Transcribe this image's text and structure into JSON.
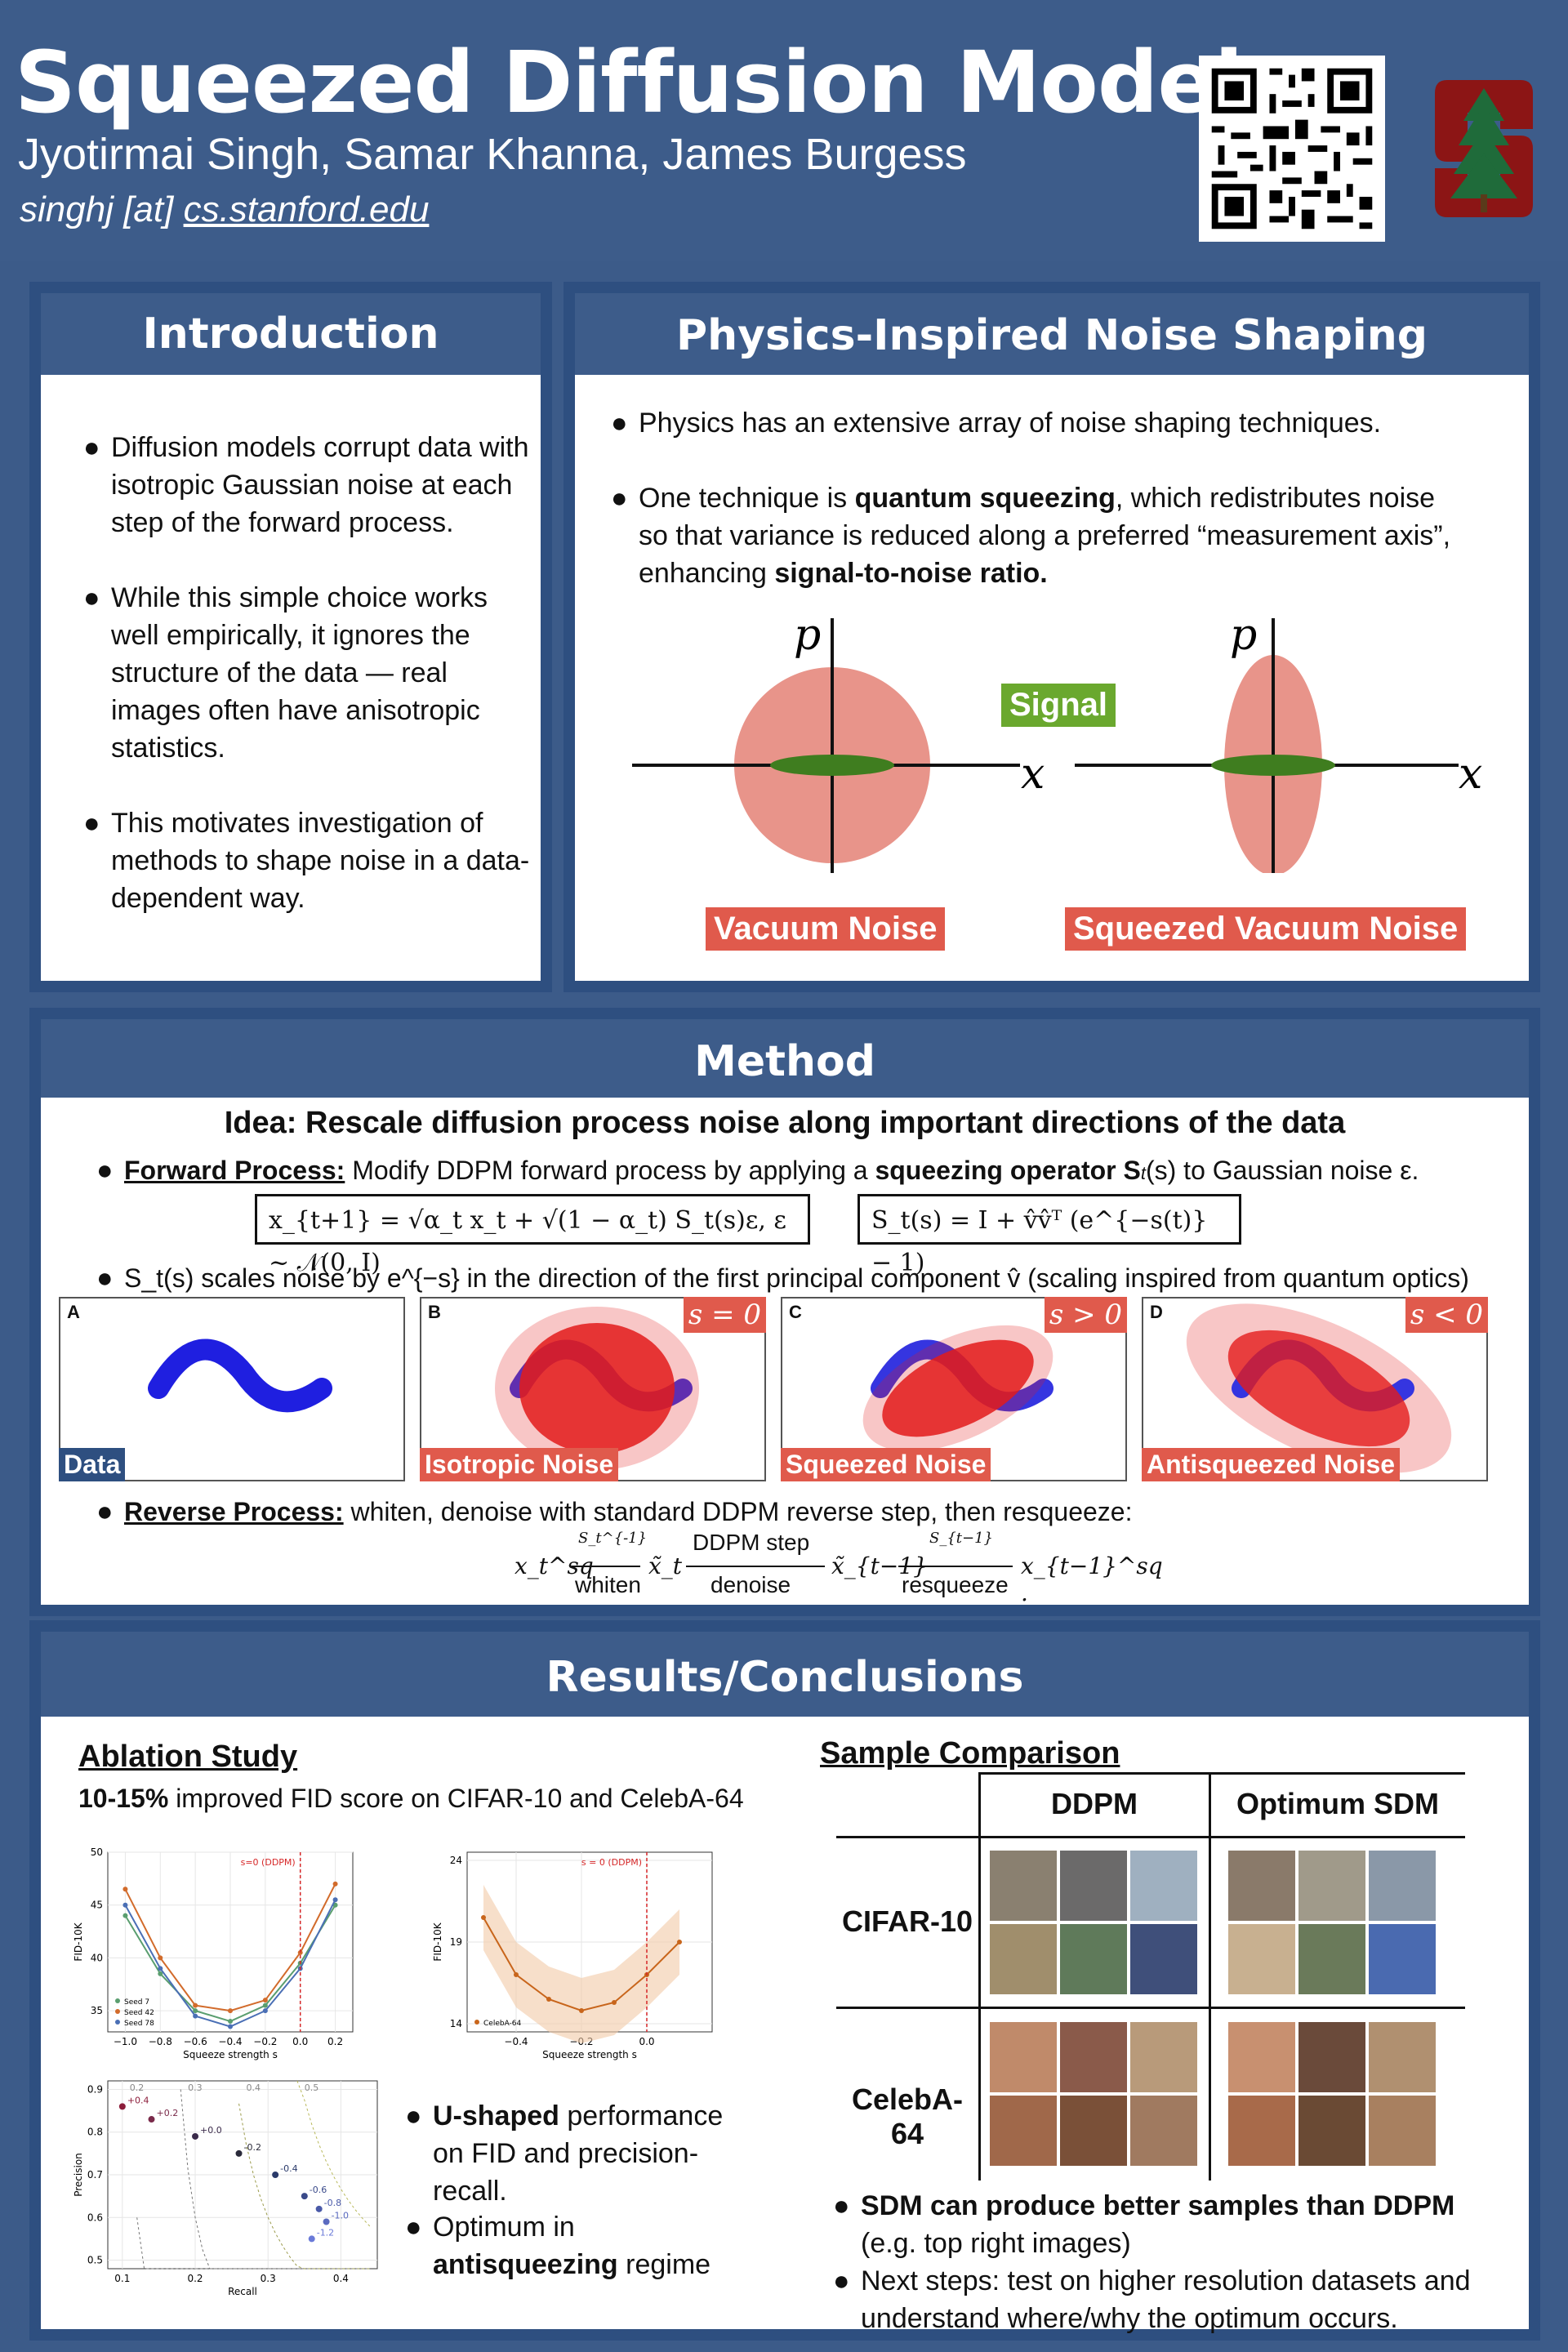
{
  "header": {
    "title": "Squeezed Diffusion Models",
    "authors": "Jyotirmai Singh, Samar Khanna, James Burgess",
    "email_prefix": "singhj [at] ",
    "email_domain": "cs.stanford.edu",
    "qr_icon": "qr-code-icon",
    "logo_icon": "stanford-tree-logo-icon"
  },
  "intro": {
    "title": "Introduction",
    "bullets": [
      "Diffusion models corrupt data with isotropic Gaussian noise at each step of the forward process.",
      "While this simple choice works well empirically, it ignores the structure of the data — real images often have anisotropic statistics.",
      "This motivates investigation of methods to shape noise in a data-dependent way."
    ]
  },
  "physics": {
    "title": "Physics-Inspired Noise Shaping",
    "bullet1": "Physics has an extensive array of noise shaping techniques.",
    "bullet2_a": "One technique is ",
    "bullet2_b": "quantum squeezing",
    "bullet2_c": ", which redistributes noise so that variance is reduced along a preferred “measurement axis”, enhancing ",
    "bullet2_d": "signal-to-noise ratio.",
    "axis_p": "p",
    "axis_x": "x",
    "signal_label": "Signal",
    "vacuum_label": "Vacuum Noise",
    "squeezed_label": "Squeezed Vacuum Noise",
    "colors": {
      "noise": "#e8948a",
      "signal": "#3f7d1f",
      "label_bg": "#e05a4c",
      "signal_bg": "#6aa82e"
    }
  },
  "method": {
    "title": "Method",
    "idea": "Idea: Rescale diffusion process noise along important directions of the data",
    "fwd_label": "Forward Process:",
    "fwd_a": " Modify DDPM forward process by applying a ",
    "fwd_b": "squeezing operator S",
    "fwd_c": "(s) to Gaussian noise ε.",
    "eq1": "x_{t+1} = √α_t x_t + √(1 − α_t) S_t(s)ε,  ε ~ 𝒩(0, I)",
    "eq2": "S_t(s) = I + v̂v̂ᵀ (e^{−s(t)} − 1)",
    "scale_text": "S_t(s) scales noise by e^{−s} in the direction of the first principal component v̂ (scaling inspired from quantum optics)",
    "panels": [
      {
        "letter": "A",
        "label": "Data",
        "tag": ""
      },
      {
        "letter": "B",
        "label": "Isotropic Noise",
        "tag": "s = 0"
      },
      {
        "letter": "C",
        "label": "Squeezed Noise",
        "tag": "s > 0"
      },
      {
        "letter": "D",
        "label": "Antisqueezed Noise",
        "tag": "s < 0"
      }
    ],
    "rev_label": "Reverse Process:",
    "rev_text": " whiten, denoise with standard DDPM reverse step, then resqueeze:",
    "chain": {
      "x1": "x_t^sq",
      "op1": "S_t^{-1}",
      "lab1": "whiten",
      "x2": "x̃_t",
      "op2": "DDPM step",
      "lab2": "denoise",
      "x3": "x̃_{t−1}",
      "op3": "S_{t−1}",
      "lab3": "resqueeze",
      "x4": "x_{t−1}^sq ."
    }
  },
  "results": {
    "title": "Results/Conclusions",
    "ablation_title": "Ablation Study",
    "ablation_bold": "10-15%",
    "ablation_text": " improved FID score on CIFAR-10 and CelebA-64",
    "bullets_a1": "U-shaped",
    "bullets_a2": " performance on FID and precision-recall.",
    "bullets_b1": "Optimum in ",
    "bullets_b2": "antisqueezing",
    "bullets_b3": " regime",
    "sample_title": "Sample Comparison",
    "col1": "DDPM",
    "col2": "Optimum SDM",
    "row1": "CIFAR-10",
    "row2": "CelebA-64",
    "conc1_b": "SDM can produce better samples than DDPM",
    "conc1_t": " (e.g. top right images)",
    "conc2": "Next steps: test on higher resolution datasets and understand where/why the optimum occurs."
  },
  "chart_data": [
    {
      "type": "line",
      "title": "",
      "annotation": "s=0 (DDPM)",
      "xlabel": "Squeeze strength s",
      "ylabel": "FID-10K",
      "xlim": [
        -1.1,
        0.3
      ],
      "ylim": [
        33,
        50
      ],
      "x_ticks": [
        "−1.0",
        "−0.8",
        "−0.6",
        "−0.4",
        "−0.2",
        "0.0",
        "0.2"
      ],
      "y_ticks": [
        "35",
        "40",
        "45",
        "50"
      ],
      "series": [
        {
          "name": "Seed 7",
          "x": [
            -1.0,
            -0.8,
            -0.6,
            -0.4,
            -0.2,
            0.0,
            0.2
          ],
          "y": [
            44,
            38.5,
            35,
            34,
            35.5,
            39.5,
            45
          ]
        },
        {
          "name": "Seed 42",
          "x": [
            -1.0,
            -0.8,
            -0.6,
            -0.4,
            -0.2,
            0.0,
            0.2
          ],
          "y": [
            46.5,
            40,
            35.5,
            35,
            36,
            40.5,
            47
          ]
        },
        {
          "name": "Seed 78",
          "x": [
            -1.0,
            -0.8,
            -0.6,
            -0.4,
            -0.2,
            0.0,
            0.2
          ],
          "y": [
            45,
            39,
            34.5,
            33.5,
            35,
            39,
            45.5
          ]
        }
      ],
      "legend": "bottom-left"
    },
    {
      "type": "line",
      "annotation": "s = 0 (DDPM)",
      "xlabel": "Squeeze strength s",
      "ylabel": "FID-10K",
      "xlim": [
        -0.55,
        0.2
      ],
      "ylim": [
        13.5,
        24.5
      ],
      "x_ticks": [
        "−0.4",
        "−0.2",
        "0.0"
      ],
      "y_ticks": [
        "14",
        "19",
        "24"
      ],
      "series": [
        {
          "name": "CelebA-64",
          "x": [
            -0.5,
            -0.4,
            -0.3,
            -0.2,
            -0.1,
            0.0,
            0.1
          ],
          "y": [
            20.5,
            17,
            15.5,
            14.8,
            15.3,
            17,
            19
          ]
        }
      ],
      "legend": "bottom-left"
    },
    {
      "type": "scatter",
      "xlabel": "Recall",
      "ylabel": "Precision",
      "xlim": [
        0.08,
        0.45
      ],
      "ylim": [
        0.48,
        0.92
      ],
      "x_ticks": [
        "0.1",
        "0.2",
        "0.3",
        "0.4"
      ],
      "y_ticks": [
        "0.5",
        "0.6",
        "0.7",
        "0.8",
        "0.9"
      ],
      "iso_labels": [
        "0.2",
        "0.3",
        "0.4",
        "0.5"
      ],
      "points": [
        {
          "label": "+0.4",
          "x": 0.1,
          "y": 0.86
        },
        {
          "label": "+0.2",
          "x": 0.14,
          "y": 0.83
        },
        {
          "label": "+0.0",
          "x": 0.2,
          "y": 0.79
        },
        {
          "label": "-0.2",
          "x": 0.26,
          "y": 0.75
        },
        {
          "label": "-0.4",
          "x": 0.31,
          "y": 0.7
        },
        {
          "label": "-0.6",
          "x": 0.35,
          "y": 0.65
        },
        {
          "label": "-0.8",
          "x": 0.37,
          "y": 0.62
        },
        {
          "label": "-1.0",
          "x": 0.38,
          "y": 0.59
        },
        {
          "label": "-1.2",
          "x": 0.36,
          "y": 0.55
        }
      ]
    }
  ]
}
